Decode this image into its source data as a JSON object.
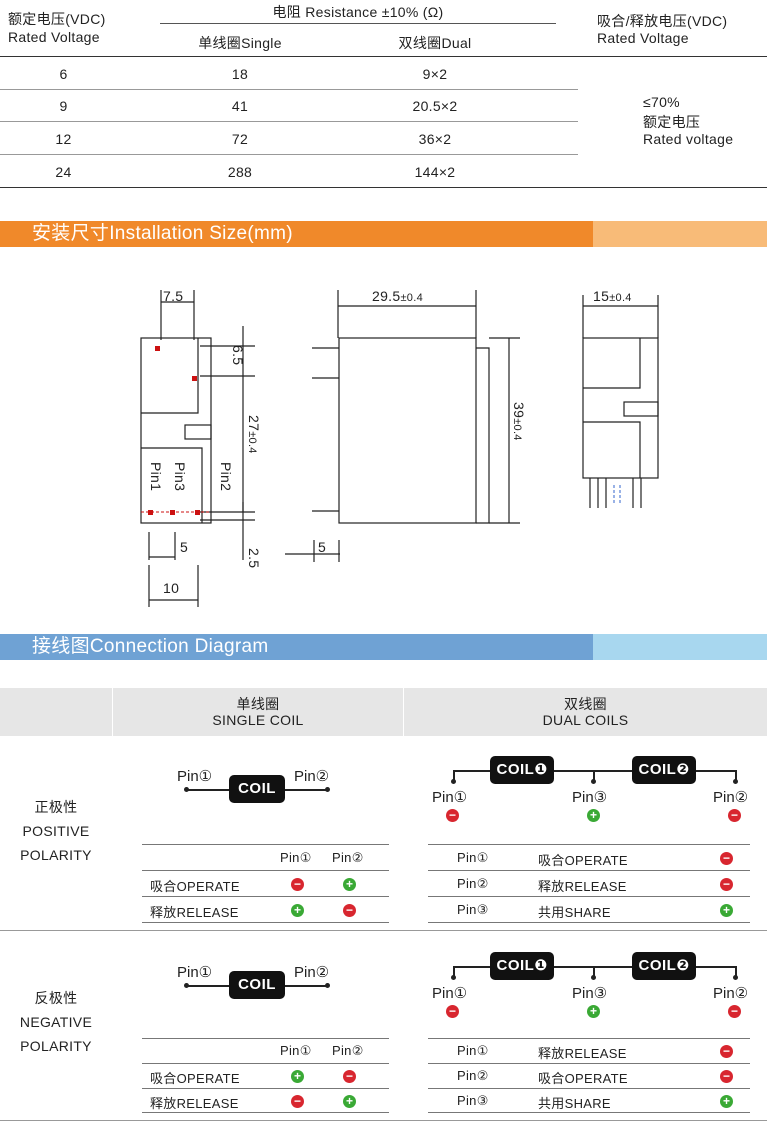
{
  "coil_table": {
    "col1_cn": "额定电压(VDC)",
    "col1_en": "Rated Voltage",
    "resistance_title": "电阻 Resistance ±10% (Ω)",
    "single_label": "单线圈Single",
    "dual_label": "双线圈Dual",
    "col4_cn": "吸合/释放电压(VDC)",
    "col4_en": "Rated Voltage",
    "rows": [
      {
        "voltage": "6",
        "single": "18",
        "dual": "9×2"
      },
      {
        "voltage": "9",
        "single": "41",
        "dual": "20.5×2"
      },
      {
        "voltage": "12",
        "single": "72",
        "dual": "36×2"
      },
      {
        "voltage": "24",
        "single": "288",
        "dual": "144×2"
      }
    ],
    "op_pct": "≤70%",
    "op_cn": "额定电压",
    "op_en": "Rated voltage"
  },
  "install": {
    "banner": "安装尺寸Installation Size(mm)",
    "dims": {
      "w75": "7.5",
      "h65": "6.5",
      "h27": "27",
      "tol04": "±0.4",
      "w5a": "5",
      "w10": "10",
      "h25": "2.5",
      "w295": "29.5",
      "h39": "39",
      "w5b": "5",
      "w15": "15",
      "pin1": "Pin1",
      "pin2": "Pin2",
      "pin3": "Pin3"
    }
  },
  "connection": {
    "banner": "接线图Connection Diagram",
    "single_cn": "单线圈",
    "single_en": "SINGLE COIL",
    "dual_cn": "双线圈",
    "dual_en": "DUAL COILS",
    "coil": "COIL",
    "coil1": "COIL❶",
    "coil2": "COIL❷",
    "pin1": "Pin①",
    "pin2": "Pin②",
    "pin3": "Pin③",
    "positive": {
      "cn": "正极性",
      "en1": "POSITIVE",
      "en2": "POLARITY",
      "single_rows": [
        {
          "label": "吸合OPERATE",
          "p1": "neg",
          "p2": "pos"
        },
        {
          "label": "释放RELEASE",
          "p1": "pos",
          "p2": "neg"
        }
      ],
      "dual_rows": [
        {
          "pin": "Pin①",
          "label": "吸合OPERATE",
          "s": "neg"
        },
        {
          "pin": "Pin②",
          "label": "释放RELEASE",
          "s": "neg"
        },
        {
          "pin": "Pin③",
          "label": "共用SHARE",
          "s": "pos"
        }
      ]
    },
    "negative": {
      "cn": "反极性",
      "en1": "NEGATIVE",
      "en2": "POLARITY",
      "single_rows": [
        {
          "label": "吸合OPERATE",
          "p1": "pos",
          "p2": "neg"
        },
        {
          "label": "释放RELEASE",
          "p1": "neg",
          "p2": "pos"
        }
      ],
      "dual_rows": [
        {
          "pin": "Pin①",
          "label": "释放RELEASE",
          "s": "neg"
        },
        {
          "pin": "Pin②",
          "label": "吸合OPERATE",
          "s": "neg"
        },
        {
          "pin": "Pin③",
          "label": "共用SHARE",
          "s": "pos"
        }
      ]
    },
    "colors": {
      "neg": "#d8262f",
      "pos": "#3aa935"
    },
    "sign_neg": "−",
    "sign_pos": "+"
  }
}
